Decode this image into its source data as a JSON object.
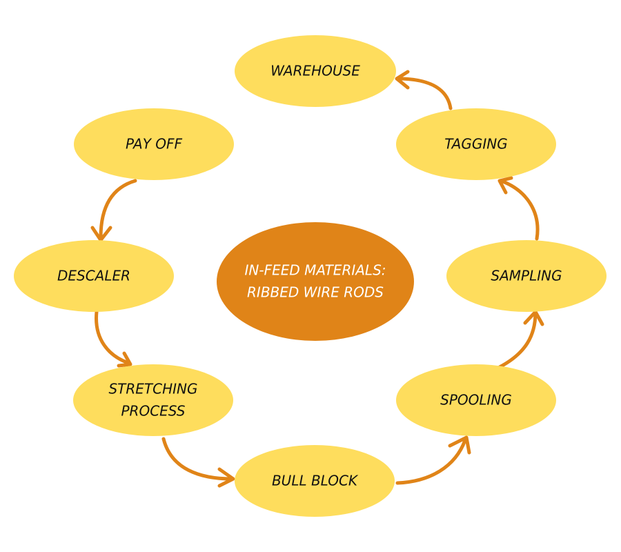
{
  "diagram": {
    "type": "process-cycle",
    "colors": {
      "step_fill": "#fedd5d",
      "center_fill": "#e08418",
      "arrow": "#e08418",
      "step_text": "#111111",
      "center_text": "#ffffff"
    },
    "center": {
      "lines": [
        "IN-FEED MATERIALS:",
        "RIBBED WIRE RODS"
      ]
    },
    "steps": [
      {
        "id": "pay-off",
        "lines": [
          "PAY OFF"
        ]
      },
      {
        "id": "descaler",
        "lines": [
          "DESCALER"
        ]
      },
      {
        "id": "stretching-process",
        "lines": [
          "STRETCHING",
          "PROCESS"
        ]
      },
      {
        "id": "bull-block",
        "lines": [
          "BULL BLOCK"
        ]
      },
      {
        "id": "spooling",
        "lines": [
          "SPOOLING"
        ]
      },
      {
        "id": "sampling",
        "lines": [
          "SAMPLING"
        ]
      },
      {
        "id": "tagging",
        "lines": [
          "TAGGING"
        ]
      },
      {
        "id": "warehouse",
        "lines": [
          "WAREHOUSE"
        ]
      }
    ],
    "flow": [
      [
        "pay-off",
        "descaler"
      ],
      [
        "descaler",
        "stretching-process"
      ],
      [
        "stretching-process",
        "bull-block"
      ],
      [
        "bull-block",
        "spooling"
      ],
      [
        "spooling",
        "sampling"
      ],
      [
        "sampling",
        "tagging"
      ],
      [
        "tagging",
        "warehouse"
      ]
    ]
  }
}
